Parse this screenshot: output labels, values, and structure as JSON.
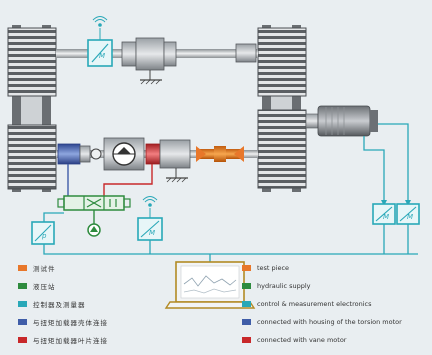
{
  "diagram": {
    "sensor_labels": {
      "pressure_sensor_left": "p",
      "pressure_sensor_mid": "M",
      "pressure_sensor_r1": "M",
      "pressure_sensor_r2": "M"
    }
  },
  "legend": {
    "items": [
      {
        "cn": "测试件",
        "en": "test piece",
        "color": "#e8772a"
      },
      {
        "cn": "液压站",
        "en": "hydraulic supply",
        "color": "#2e8b3e"
      },
      {
        "cn": "控制器及测量器",
        "en": "control & measurement electronics",
        "color": "#29a8b8"
      },
      {
        "cn": "与扭矩加载器壳体连接",
        "en": "connected with housing of the torsion motor",
        "color": "#3f5da8"
      },
      {
        "cn": "与扭矩加载器叶片连接",
        "en": "connected with vane motor",
        "color": "#c8282a"
      }
    ]
  },
  "colors": {
    "background": "#e9eef1",
    "steel_dark": "#5b5f63",
    "steel_light": "#d4d7da",
    "control_line": "#29a8b8",
    "test_piece": "#e8772a",
    "hydraulic": "#2e8b3e",
    "housing": "#3f5da8",
    "vane": "#c8282a"
  }
}
